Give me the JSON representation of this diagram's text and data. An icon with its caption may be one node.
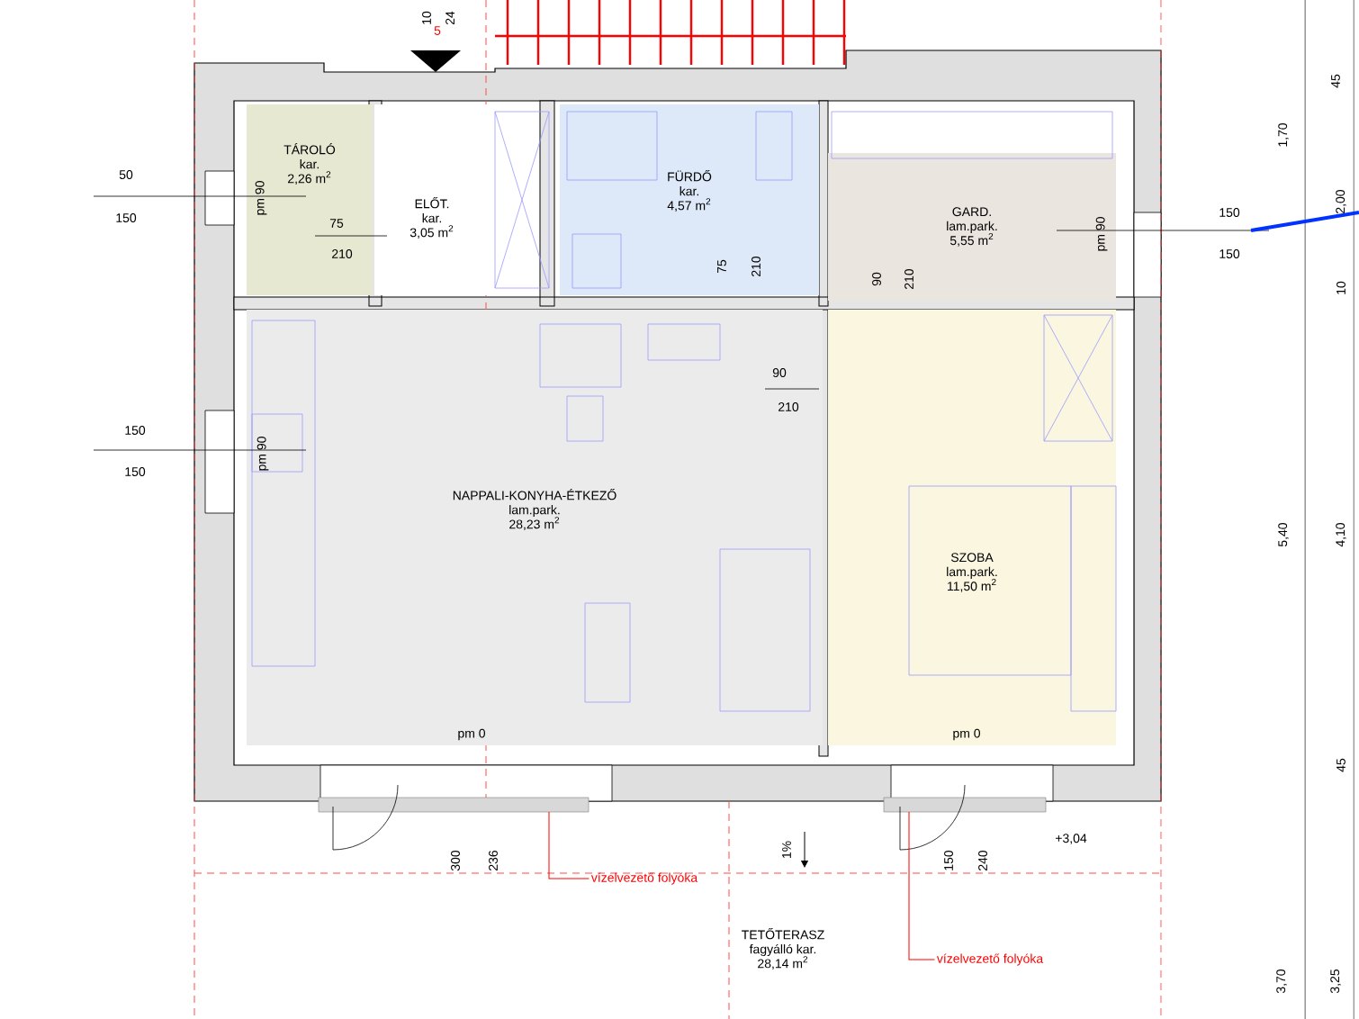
{
  "diagram": {
    "nodes": [
      {
        "text": [
          "TÁROLÓ",
          "kar.",
          "2,26 m$^{2}$"
        ]
      },
      {
        "text": [
          "ELŐT.",
          "kar.",
          "3,05 m$^{2}$"
        ]
      },
      {
        "text": [
          "FÜRDŐ",
          "kar.",
          "4,57 m$^{2}$"
        ]
      },
      {
        "text": [
          "GARD.",
          "lam.park.",
          "5,55 m$^{2}$"
        ]
      },
      {
        "text": [
          "NAPPALI-KONYHA-ÉTKEZŐ",
          "lam.park.",
          "28,23 m$^{2}$"
        ]
      },
      {
        "text": [
          "SZOBA",
          "lam.park.",
          "11,50 m$^{2}$"
        ]
      },
      {
        "text": [
          "TETŐTERASZ",
          "fagyálló kar.",
          "28,14 m$^{2}$"
        ]
      },
      {
        "text": [],
        "shape": "bar"
      },
      {
        "text": [],
        "shape": "bar"
      },
      {
        "text": [
          "vízelvezető folyóka"
        ]
      },
      {
        "text": [
          "vízelvezető folyóka"
        ]
      }
    ],
    "edges": [
      {
        "from": 9,
        "to": 7,
        "arrow": "none"
      },
      {
        "from": 10,
        "to": 8,
        "arrow": "none"
      }
    ],
    "labels": [
      "10",
      "24",
      "5",
      "50",
      "150",
      "pm 90",
      "75",
      "210",
      "75",
      "210",
      "pm 90",
      "150",
      "150",
      "90",
      "210",
      "45",
      "1,70",
      "2,00",
      "10",
      "90",
      "210",
      "150",
      "150",
      "pm 90",
      "5,40",
      "4,10",
      "pm 0",
      "pm 0",
      "45",
      "300",
      "236",
      "1%",
      "150",
      "240",
      "+3,04",
      "3,70",
      "3,25"
    ]
  }
}
